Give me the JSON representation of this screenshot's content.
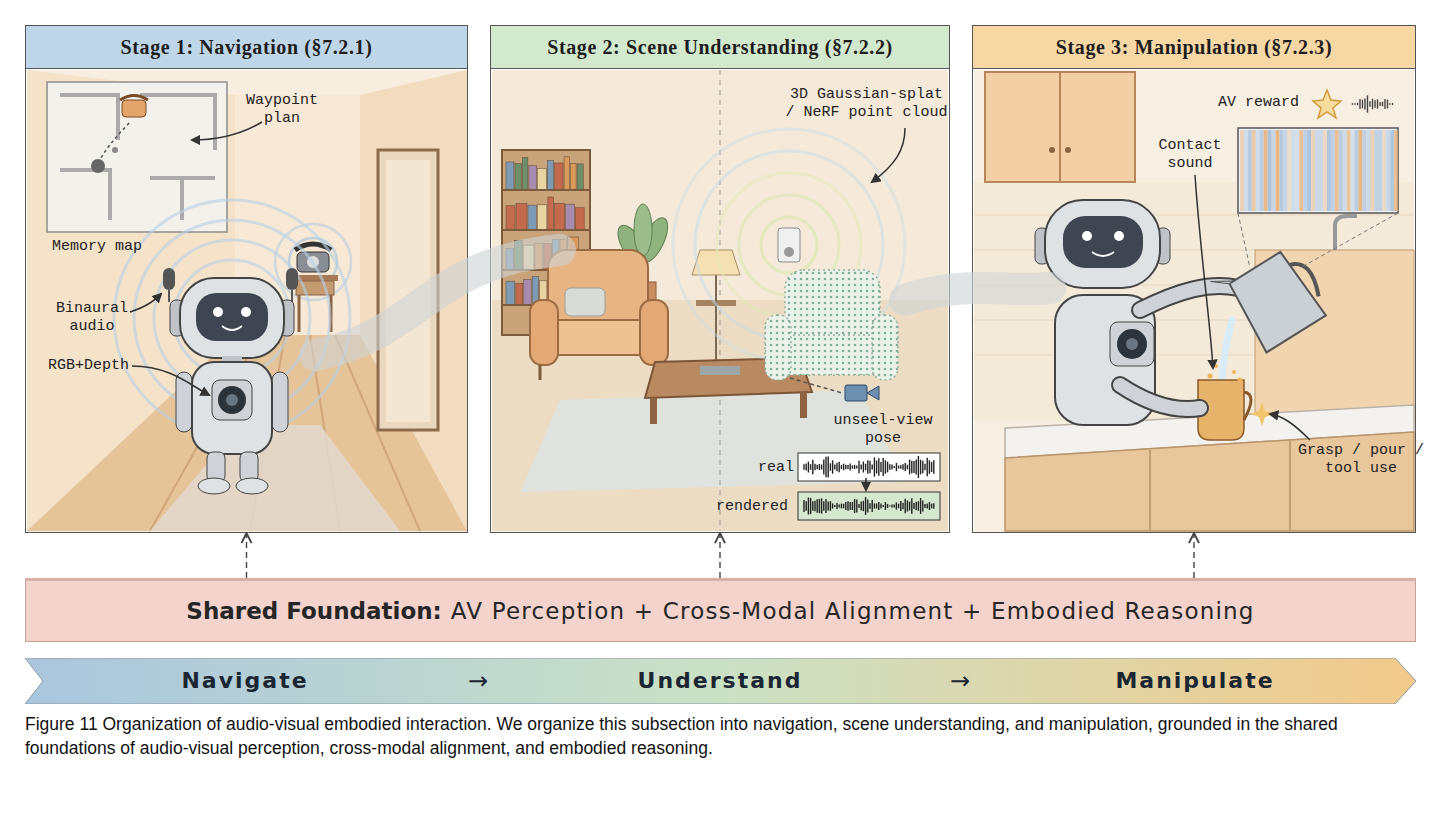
{
  "diagram": {
    "caption": "Figure 11 Organization of audio-visual embodied interaction. We organize this subsection into navigation, scene understanding, and manipulation, grounded in the shared foundations of audio-visual perception, cross-modal alignment, and embodied reasoning.",
    "nodes": [
      {
        "text": [
          "Stage 1: Navigation (§7.2.1)"
        ]
      },
      {
        "text": [
          "Stage 2: Scene Understanding (§7.2.2)"
        ]
      },
      {
        "text": [
          "Stage 3: Manipulation (§7.2.3)"
        ]
      },
      {
        "text": [
          "Shared Foundation:",
          "AV Perception + Cross-Modal Alignment + Embodied Reasoning"
        ]
      },
      {
        "text": [
          "Navigate",
          "→",
          "Understand",
          "→",
          "Manipulate"
        ]
      }
    ],
    "edges": [
      {
        "from": 3,
        "to": 0,
        "arrow": "to"
      },
      {
        "from": 3,
        "to": 1,
        "arrow": "to"
      },
      {
        "from": 3,
        "to": 2,
        "arrow": "to"
      }
    ],
    "labels": [
      "Waypoint plan",
      "Memory map",
      "Binaural audio",
      "RGB+Depth",
      "3D Gaussian-splat / NeRF point cloud",
      "unseel-view pose",
      "real",
      "rendered",
      "AV reward",
      "Contact sound",
      "Grasp / pour / tool use"
    ]
  }
}
